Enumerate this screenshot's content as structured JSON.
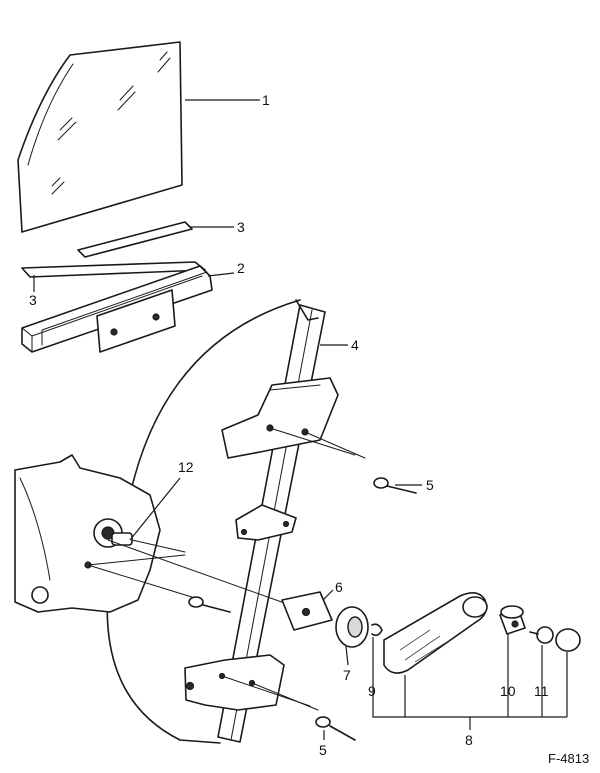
{
  "figure": {
    "code": "F-4813"
  },
  "callouts": [
    {
      "id": "1",
      "text": "1"
    },
    {
      "id": "2",
      "text": "2"
    },
    {
      "id": "3a",
      "text": "3"
    },
    {
      "id": "3b",
      "text": "3"
    },
    {
      "id": "4",
      "text": "4"
    },
    {
      "id": "5a",
      "text": "5"
    },
    {
      "id": "5b",
      "text": "5"
    },
    {
      "id": "6",
      "text": "6"
    },
    {
      "id": "7",
      "text": "7"
    },
    {
      "id": "8",
      "text": "8"
    },
    {
      "id": "9",
      "text": "9"
    },
    {
      "id": "10",
      "text": "10"
    },
    {
      "id": "11",
      "text": "11"
    },
    {
      "id": "12",
      "text": "12"
    }
  ]
}
